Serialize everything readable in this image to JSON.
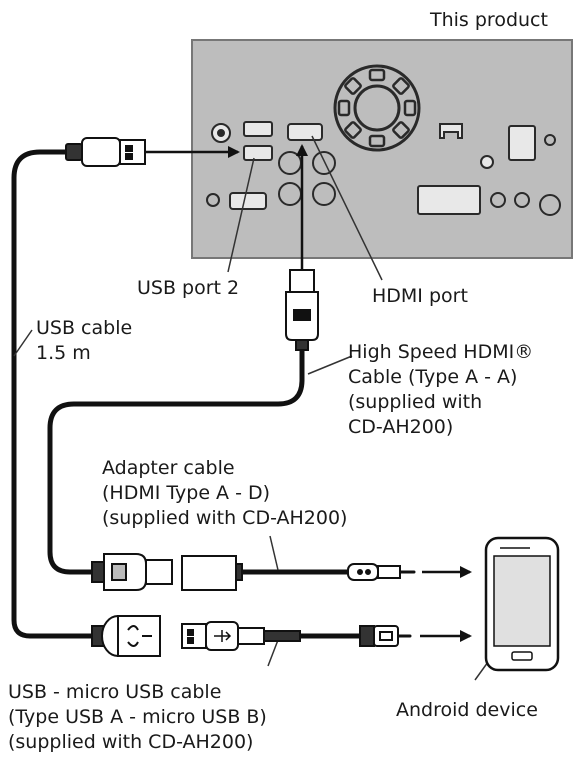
{
  "labels": {
    "this_product": "This product",
    "usb_port_2": "USB port 2",
    "hdmi_port": "HDMI port",
    "usb_cable": "USB cable\n1.5 m",
    "hdmi_cable": "High Speed HDMI®\nCable (Type A - A)\n(supplied with\nCD-AH200)",
    "adapter_cable": "Adapter cable\n(HDMI Type A - D)\n(supplied with CD-AH200)",
    "usb_micro_cable": "USB - micro USB cable\n(Type USB A - micro USB B)\n(supplied with CD-AH200)",
    "android_device": "Android device"
  }
}
